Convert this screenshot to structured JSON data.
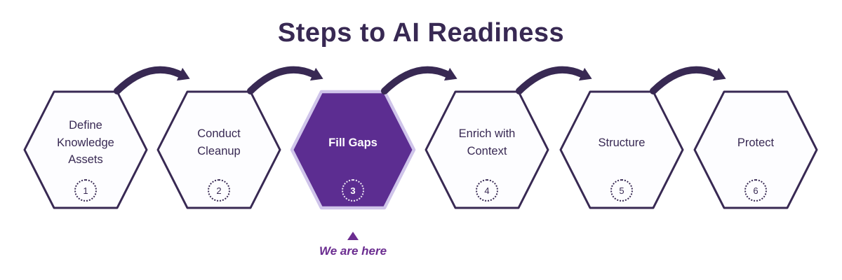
{
  "title": "Steps to AI Readiness",
  "steps": [
    {
      "number": "1",
      "label": "Define Knowledge Assets",
      "active": false
    },
    {
      "number": "2",
      "label": "Conduct Cleanup",
      "active": false
    },
    {
      "number": "3",
      "label": "Fill Gaps",
      "active": true
    },
    {
      "number": "4",
      "label": "Enrich with Context",
      "active": false
    },
    {
      "number": "5",
      "label": "Structure",
      "active": false
    },
    {
      "number": "6",
      "label": "Protect",
      "active": false
    }
  ],
  "marker": {
    "label": "We are here"
  },
  "colors": {
    "dark": "#382953",
    "active-fill": "#5c2d91",
    "active-stroke": "#cfc4ea",
    "marker": "#6b2d90",
    "hex-fill": "#fdfdff"
  }
}
